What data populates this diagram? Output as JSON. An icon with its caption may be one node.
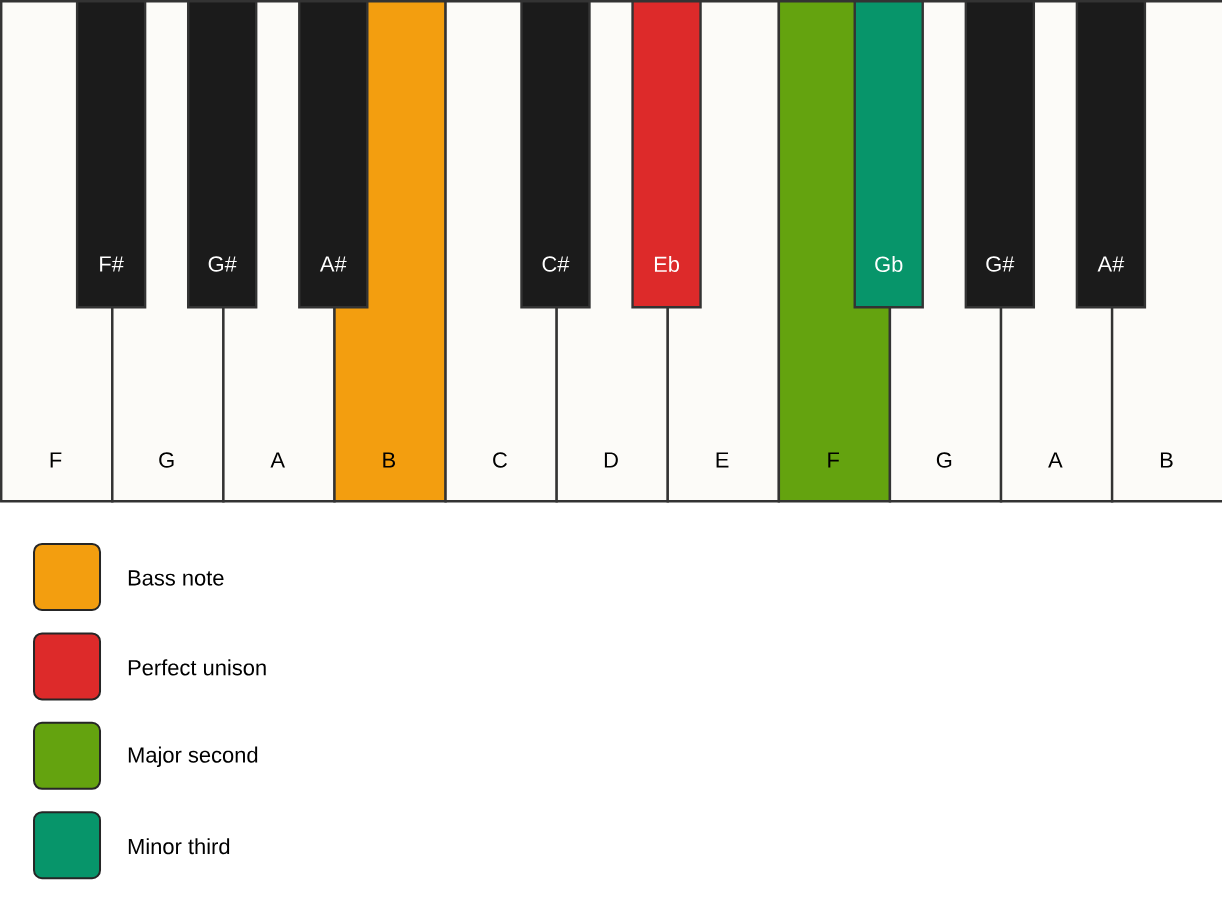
{
  "diagram": {
    "nodes": [
      {
        "text": [
          "F"
        ]
      },
      {
        "text": [
          "G"
        ]
      },
      {
        "text": [
          "A"
        ]
      },
      {
        "text": [
          "B"
        ]
      },
      {
        "text": [
          "C"
        ]
      },
      {
        "text": [
          "D"
        ]
      },
      {
        "text": [
          "E"
        ]
      },
      {
        "text": [
          "F"
        ]
      },
      {
        "text": [
          "G"
        ]
      },
      {
        "text": [
          "A"
        ]
      },
      {
        "text": [
          "B"
        ]
      },
      {
        "text": [
          "F#"
        ]
      },
      {
        "text": [
          "G#"
        ]
      },
      {
        "text": [
          "A#"
        ]
      },
      {
        "text": [
          "C#"
        ]
      },
      {
        "text": [
          "Eb"
        ]
      },
      {
        "text": [
          "Gb"
        ]
      },
      {
        "text": [
          "G#"
        ]
      },
      {
        "text": [
          "A#"
        ]
      }
    ],
    "legend": [
      {
        "text": "Bass note",
        "color": "#f39e0f"
      },
      {
        "text": "Perfect unison",
        "color": "#dd2a2a"
      },
      {
        "text": "Major second",
        "color": "#64a30f"
      },
      {
        "text": "Minor third",
        "color": "#07956a"
      }
    ]
  }
}
